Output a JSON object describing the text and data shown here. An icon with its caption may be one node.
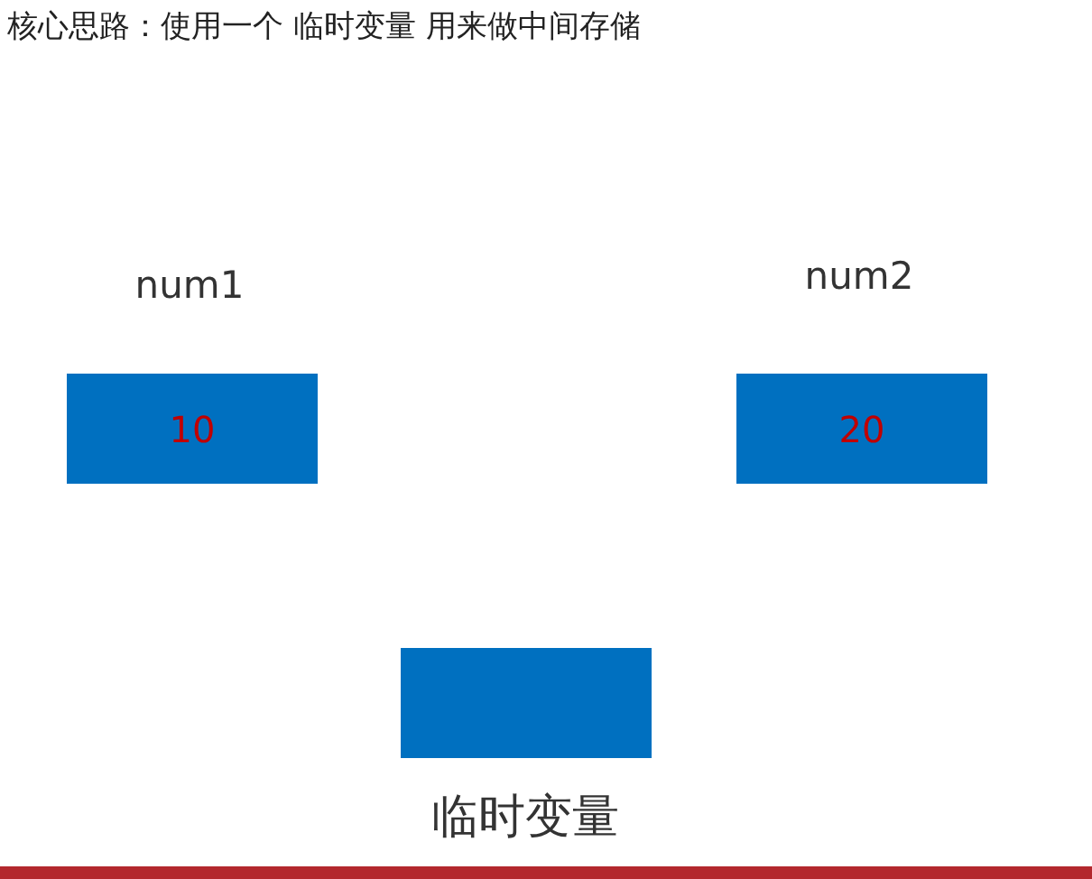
{
  "diagram": {
    "title": "核心思路：使用一个 临时变量 用来做中间存储",
    "nodes": [
      {
        "text": [
          "10"
        ],
        "beside": [
          "num1"
        ]
      },
      {
        "text": [
          "20"
        ],
        "beside": [
          "num2"
        ]
      },
      {
        "text": [],
        "shape": "box",
        "beside": [
          "临时变量"
        ]
      }
    ]
  }
}
